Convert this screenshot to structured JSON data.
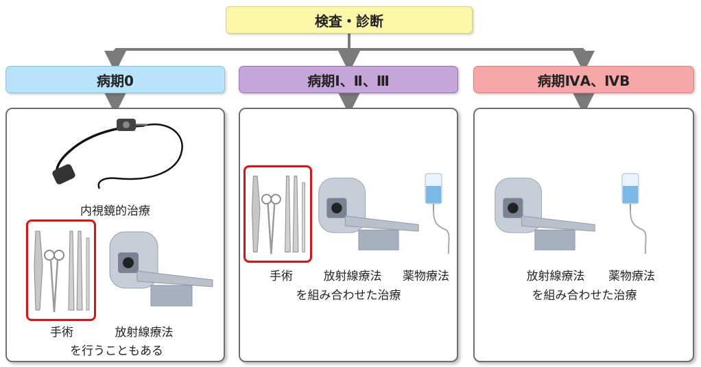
{
  "top": {
    "label": "検査・診断"
  },
  "stages": [
    {
      "label": "病期0"
    },
    {
      "label": "病期Ⅰ、Ⅱ、Ⅲ"
    },
    {
      "label": "病期ⅣA、ⅣB"
    }
  ],
  "panel0": {
    "endoscopy_label": "内視鏡的治療",
    "surgery_label": "手術",
    "radiation_label": "放射線療法",
    "note": "を行うこともある"
  },
  "panel123": {
    "surgery_label": "手術",
    "radiation_label": "放射線療法",
    "drug_label": "薬物療法",
    "note": "を組み合わせた治療"
  },
  "panel4": {
    "radiation_label": "放射線療法",
    "drug_label": "薬物療法",
    "note": "を組み合わせた治療"
  },
  "colors": {
    "top_fill": "#fbf7a6",
    "stage0_fill": "#b9e3fa",
    "stage123_fill": "#c6a6d8",
    "stage4_fill": "#f7a7a7",
    "highlight": "#e01010",
    "connector": "#7a7a7a"
  }
}
